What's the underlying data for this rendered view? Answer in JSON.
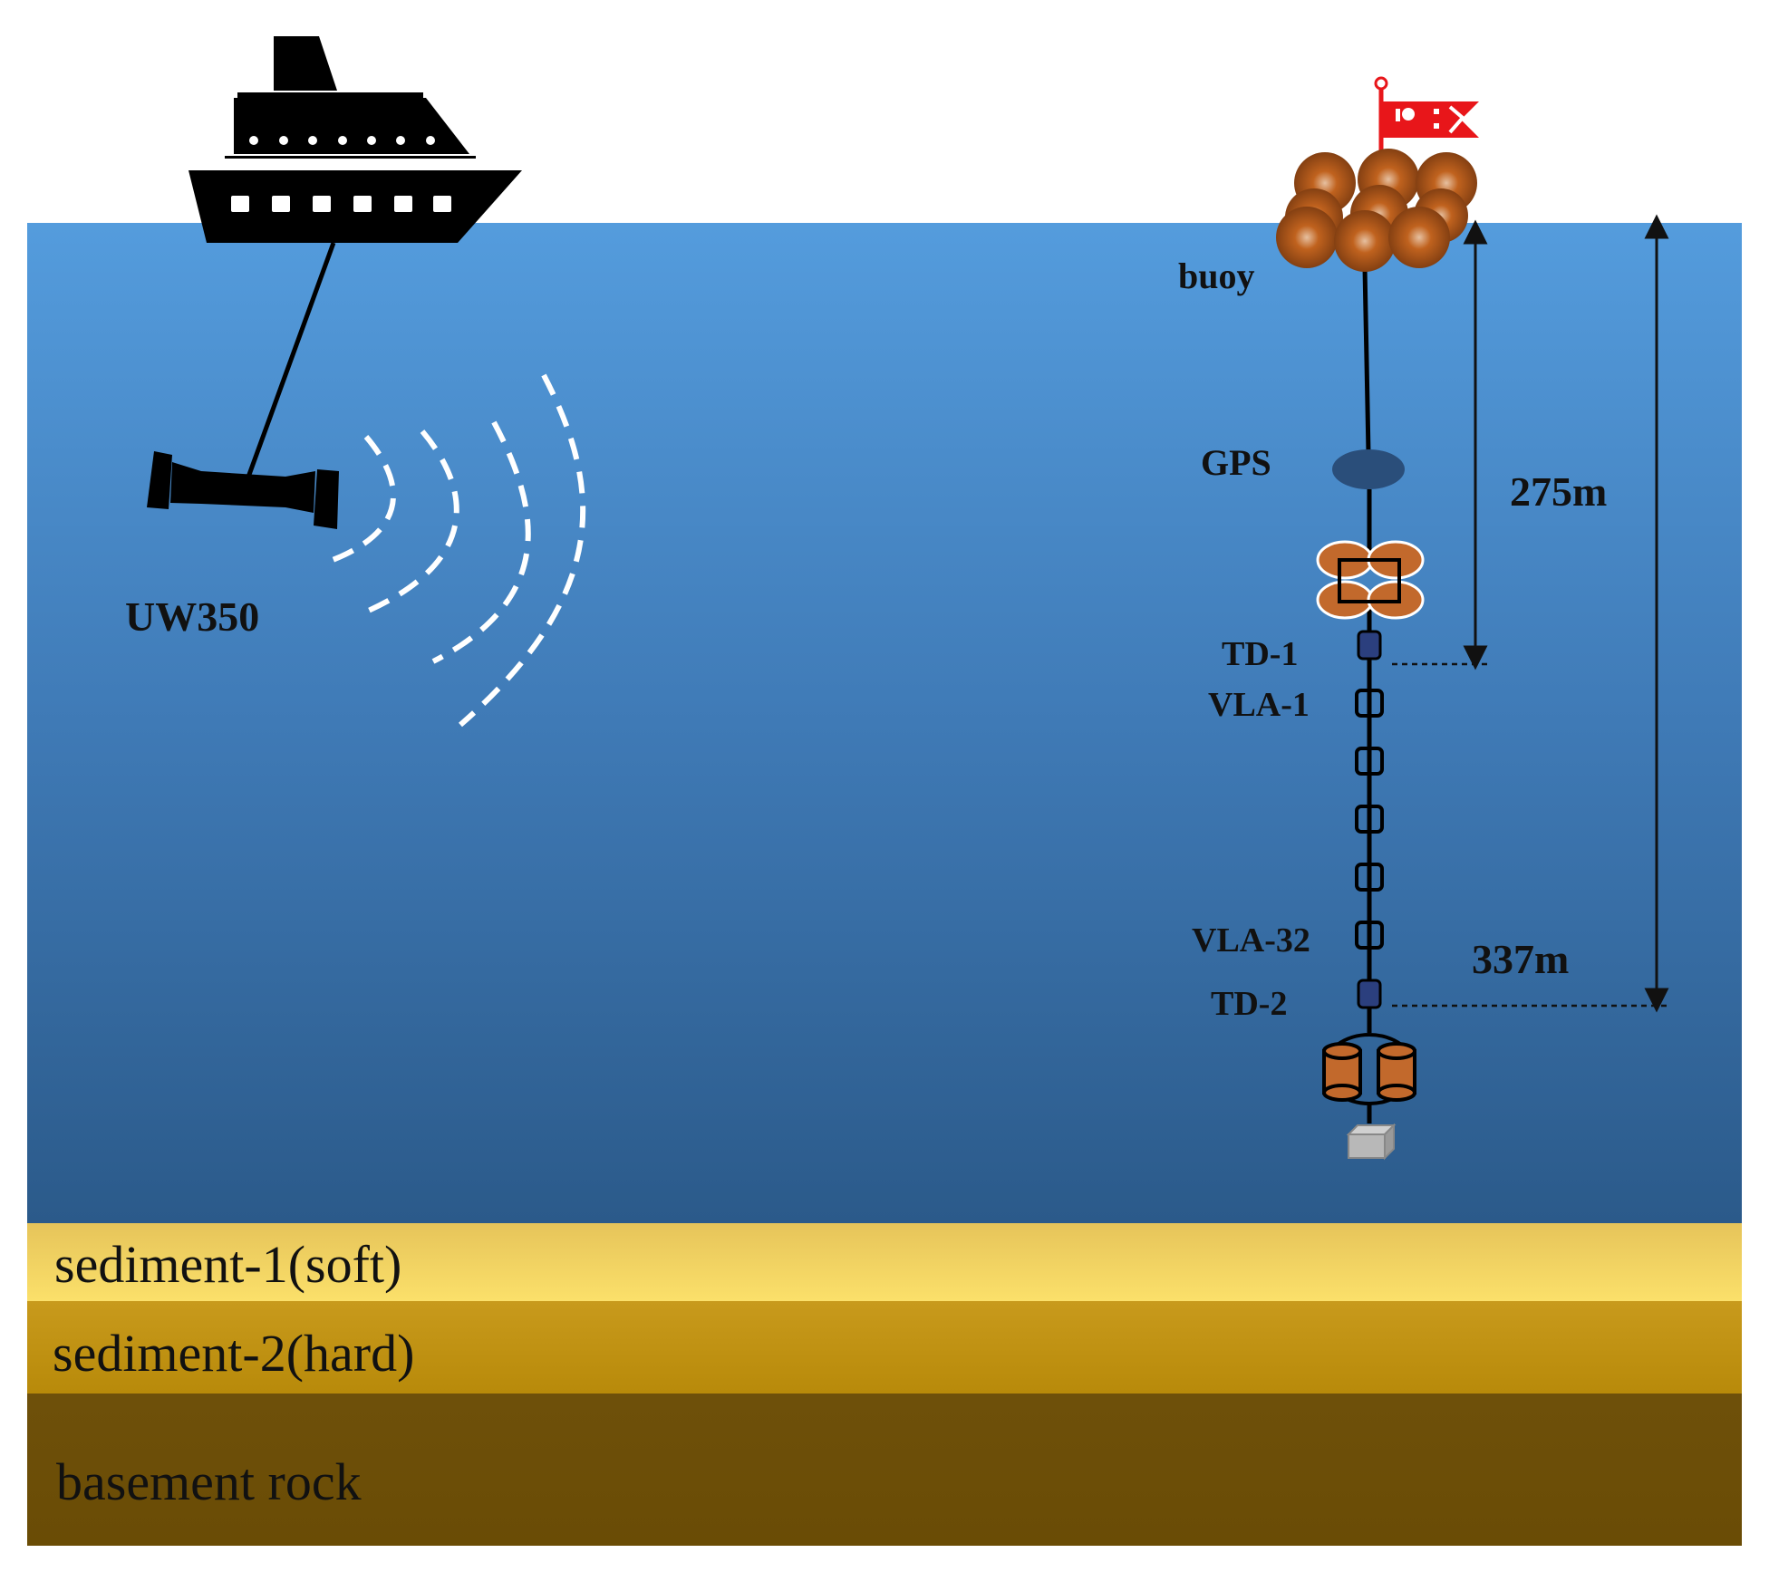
{
  "source": {
    "label": "UW350"
  },
  "mooring": {
    "buoy_label": "buoy",
    "gps_label": "GPS",
    "td1_label": "TD-1",
    "vla1_label": "VLA-1",
    "vla32_label": "VLA-32",
    "td2_label": "TD-2"
  },
  "depths": {
    "td1_depth": "275m",
    "td2_depth": "337m"
  },
  "seabed": {
    "layer1": "sediment-1(soft)",
    "layer2": "sediment-2(hard)",
    "layer3": "basement rock"
  },
  "colors": {
    "water_top": "#549cdd",
    "water_bottom": "#2a5a8a",
    "sediment_soft": "#f5d263",
    "sediment_hard": "#c48f10",
    "basement_rock": "#6a4d06",
    "buoy_orange": "#c2692c",
    "flag_red": "#e8161a",
    "gps_blue": "#2a4e7a"
  }
}
